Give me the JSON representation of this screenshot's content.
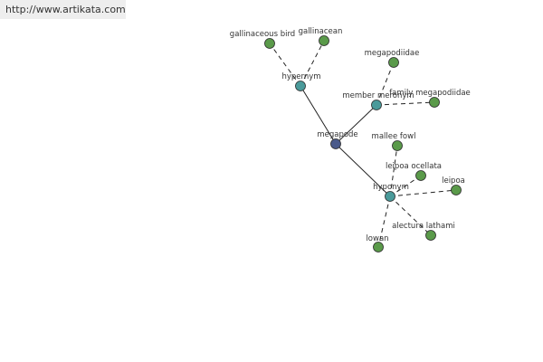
{
  "source_url": "http://www.artikata.com",
  "colors": {
    "center": "#4a5a8a",
    "relation": "#4a9a9a",
    "leaf": "#5a9a4a"
  },
  "nodes": {
    "megapode": "megapode",
    "hypernym": "hypernym",
    "gallinaceous_bird": "gallinaceous bird",
    "gallinacean": "gallinacean",
    "member_meronym": "member meronym",
    "megapodiidae": "megapodiidae",
    "family_megapodiidae": "family megapodiidae",
    "hyponym": "hyponym",
    "mallee_fowl": "mallee fowl",
    "leipoa_ocellata": "leipoa ocellata",
    "leipoa": "leipoa",
    "alectura_lathami": "alectura lathami",
    "lowan": "lowan"
  }
}
